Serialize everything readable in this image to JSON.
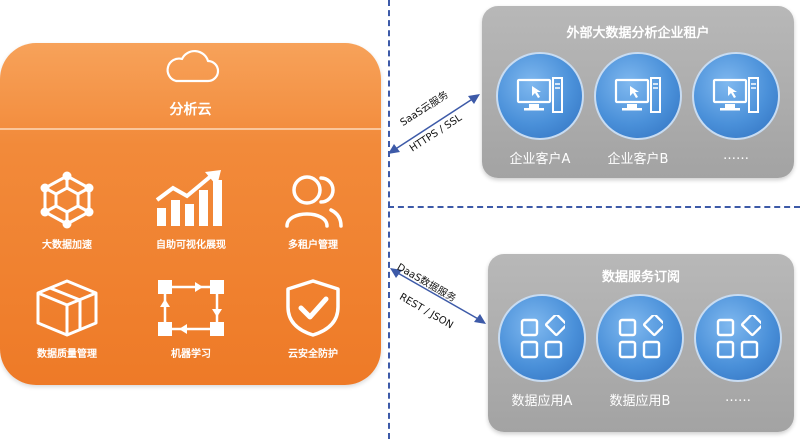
{
  "cloud": {
    "title": "分析云",
    "features": [
      {
        "label": "大数据加速",
        "icon": "hexagon-network-icon"
      },
      {
        "label": "自助可视化展现",
        "icon": "bar-chart-growth-icon"
      },
      {
        "label": "多租户管理",
        "icon": "users-icon"
      },
      {
        "label": "数据质量管理",
        "icon": "cube-icon"
      },
      {
        "label": "机器学习",
        "icon": "node-loop-icon"
      },
      {
        "label": "云安全防护",
        "icon": "shield-check-icon"
      }
    ]
  },
  "saas": {
    "service": "SaaS云服务",
    "protocol": "HTTPS / SSL"
  },
  "daas": {
    "service": "DaaS数据服务",
    "protocol": "REST / JSON"
  },
  "tenants": {
    "title": "外部大数据分析企业租户",
    "items": [
      "企业客户A",
      "企业客户B",
      "……"
    ]
  },
  "subscription": {
    "title": "数据服务订阅",
    "items": [
      "数据应用A",
      "数据应用B",
      "……"
    ]
  },
  "colors": {
    "orange": "#ee7a27",
    "blue": "#4a90d9",
    "gray": "#a9a9a9",
    "dash": "#3d5aa8"
  }
}
